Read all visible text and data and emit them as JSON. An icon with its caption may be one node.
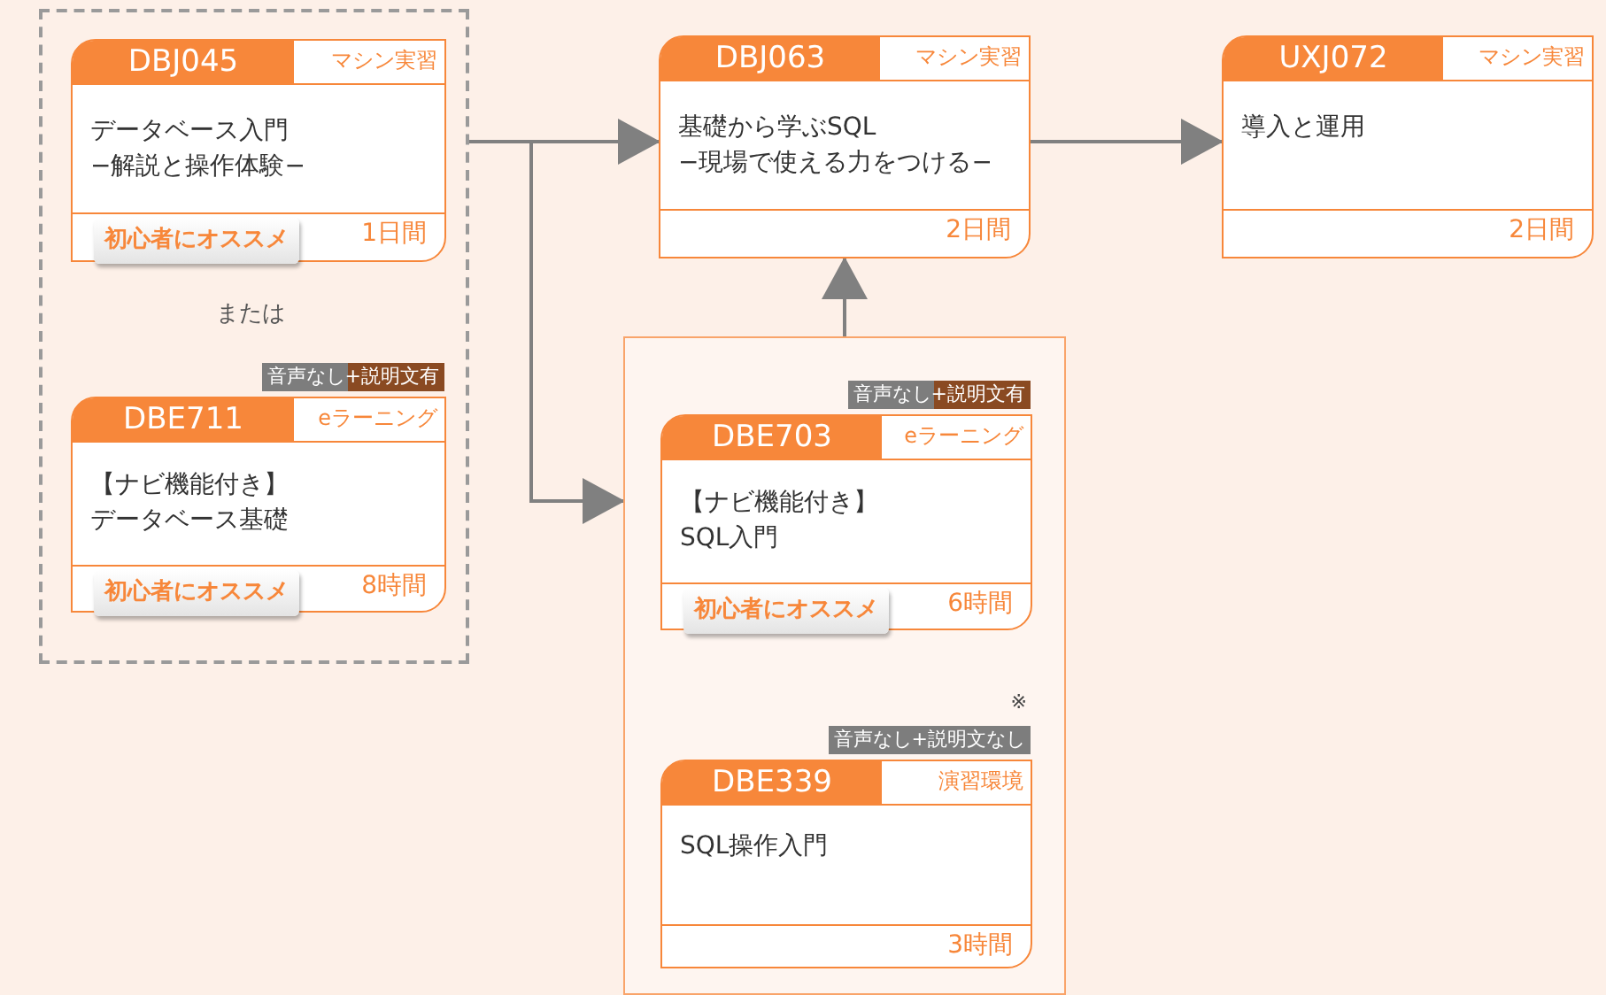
{
  "diagram": {
    "nodes": [
      {
        "text": [],
        "shape": "box"
      },
      {
        "text": [
          "DBJ045",
          "マシン実習",
          "データベース入門−解説と操作体験−",
          "初心者にオススメ",
          "1日間"
        ],
        "in": 0
      },
      {
        "text": [
          "DBE711",
          "eラーニング",
          "【ナビ機能付き】データベース基礎",
          "初心者にオススメ",
          "8時間"
        ],
        "in": 0,
        "beside": [
          "音声なし+説明文有"
        ]
      },
      {
        "text": [
          "DBJ063",
          "マシン実習",
          "基礎から学ぶSQL−現場で使える力をつける−",
          "2日間"
        ]
      },
      {
        "text": [
          "UXJ072",
          "マシン実習",
          "導入と運用",
          "2日間"
        ]
      },
      {
        "text": [],
        "shape": "box"
      },
      {
        "text": [
          "DBE703",
          "eラーニング",
          "【ナビ機能付き】SQL入門",
          "初心者にオススメ",
          "6時間"
        ],
        "in": 5,
        "beside": [
          "音声なし+説明文有"
        ]
      },
      {
        "text": [
          "DBE339",
          "演習環境",
          "SQL操作入門",
          "3時間"
        ],
        "in": 5,
        "beside": [
          "※",
          "音声なし+説明文なし"
        ]
      }
    ],
    "edges": [
      {
        "from": 0,
        "to": 3,
        "arrow": "to"
      },
      {
        "from": 0,
        "to": 5,
        "arrow": "to"
      },
      {
        "from": 5,
        "to": 3,
        "arrow": "to"
      },
      {
        "from": 3,
        "to": 4,
        "arrow": "to"
      }
    ],
    "labels": [
      "または"
    ]
  }
}
